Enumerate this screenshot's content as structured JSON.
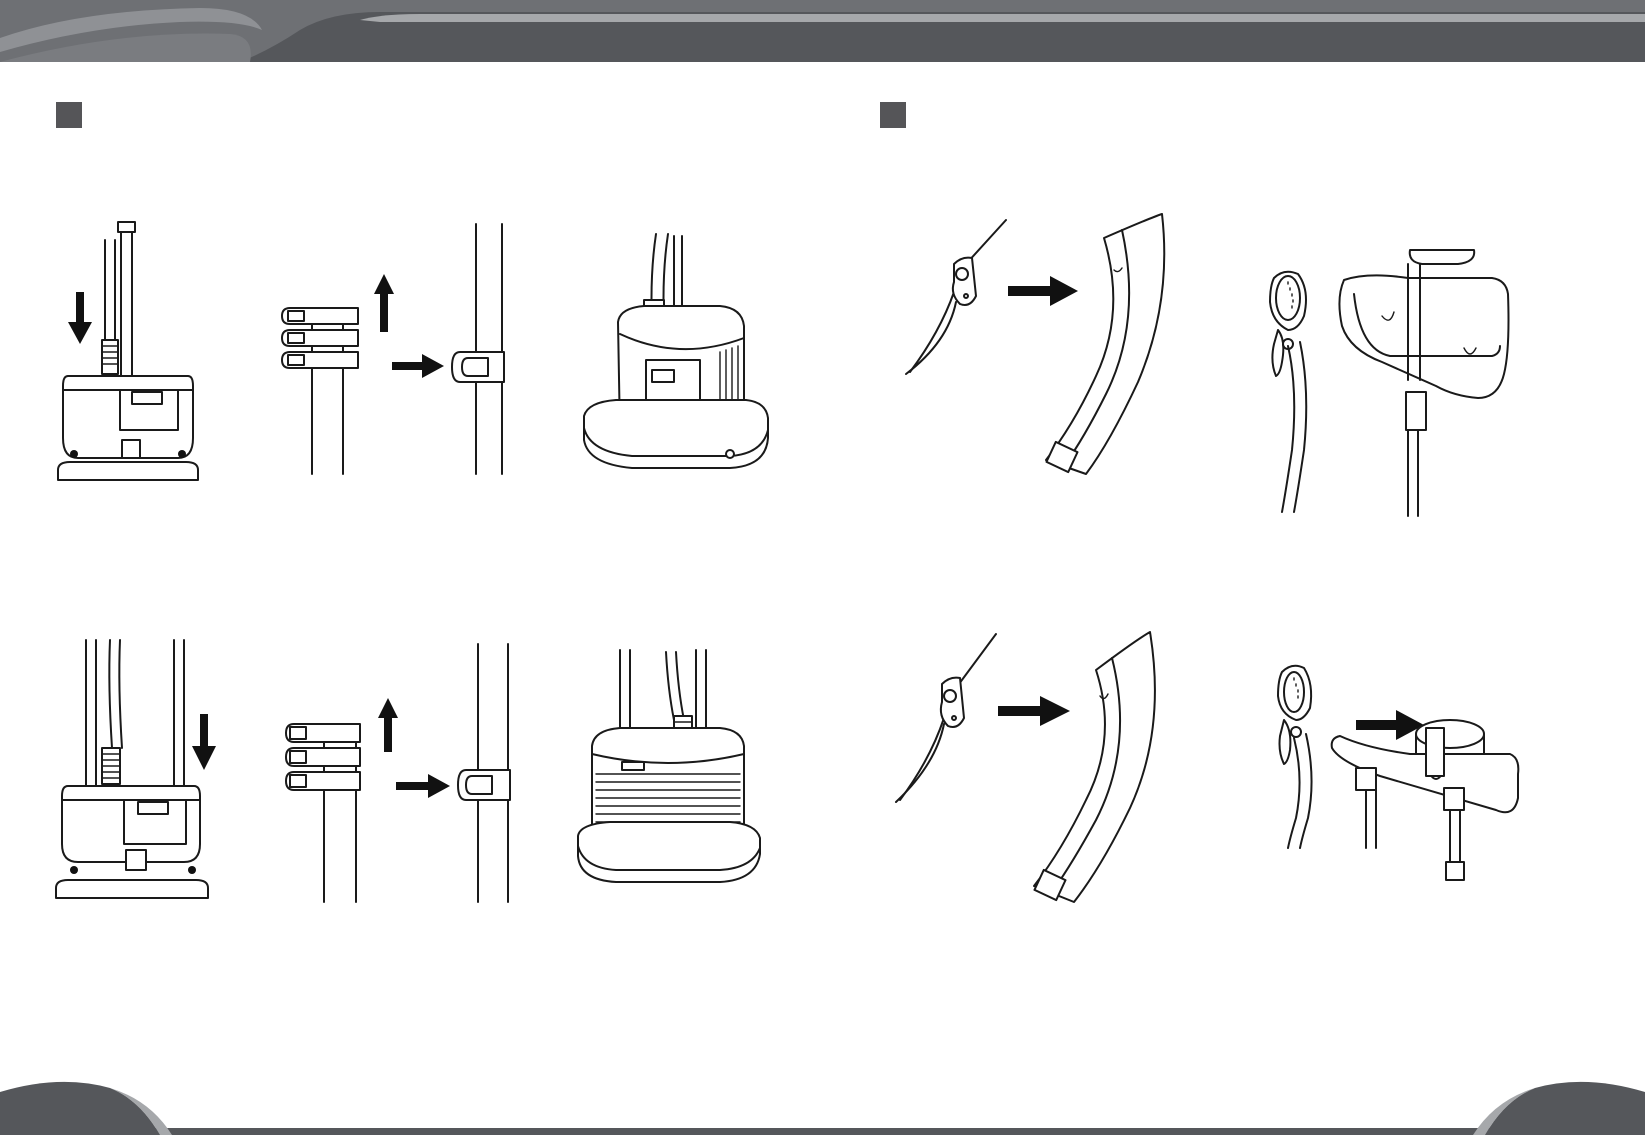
{
  "colors": {
    "header_dark": "#55575b",
    "header_light": "#a6a8ab",
    "marker": "#555558",
    "line_art": "#1a1a1a"
  },
  "sections": [
    {
      "marker": "section-marker-left"
    },
    {
      "marker": "section-marker-right"
    }
  ],
  "illustrations": [
    "insert-pole-into-base-single",
    "attach-hose-clips-single-pole",
    "assembled-steamer-single-pole",
    "insert-poles-into-base-double",
    "attach-hose-clips-double-pole",
    "assembled-steamer-double-pole",
    "attach-handle-to-nozzle-top",
    "hang-nozzle-on-hanger-holder",
    "attach-handle-to-nozzle-bottom",
    "place-nozzle-in-hanger-holder"
  ],
  "icons": [
    "arrow-down-icon",
    "arrow-up-icon",
    "arrow-right-icon"
  ]
}
